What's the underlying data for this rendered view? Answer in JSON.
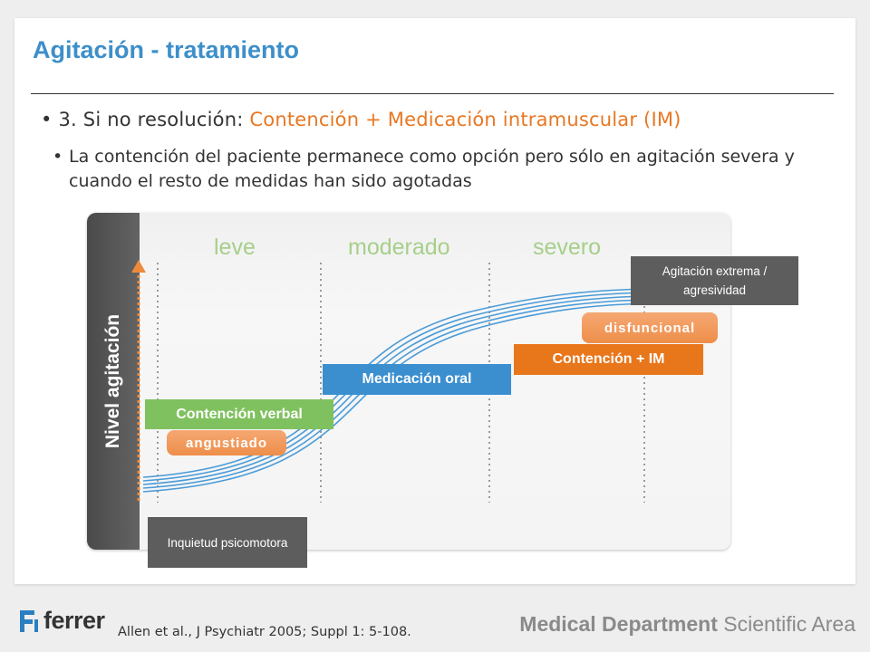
{
  "title": "Agitación - tratamiento",
  "bullet1": {
    "prefix": "3. Si no resolución:",
    "accent": "Contención + Medicación intramuscular (IM)"
  },
  "bullet2": "La contención del paciente permanece como opción pero sólo en agitación severa y cuando el resto de medidas han sido agotadas",
  "diagram": {
    "axis_label": "Nivel agitación",
    "levels": [
      "leve",
      "moderado",
      "severo"
    ],
    "boxes": {
      "start": "Inquietud psicomotora",
      "verbal": "Contención verbal",
      "oral": "Medicación oral",
      "im": "Contención + IM",
      "extreme": "Agitación extrema / agresividad"
    },
    "states": {
      "low": "angustiado",
      "high": "disfuncional"
    }
  },
  "citation": "Allen et al., J Psychiatr 2005; Suppl 1: 5-108.",
  "footer": {
    "logo": "ferrer",
    "brand_bold": "Medical Department",
    "brand_light": "Scientific Area"
  },
  "colors": {
    "title": "#3d8fc9",
    "accent": "#e87722",
    "green": "#7fc15e",
    "blue": "#3b8fcf",
    "orange": "#e8761b",
    "gray": "#5d5d5d"
  }
}
